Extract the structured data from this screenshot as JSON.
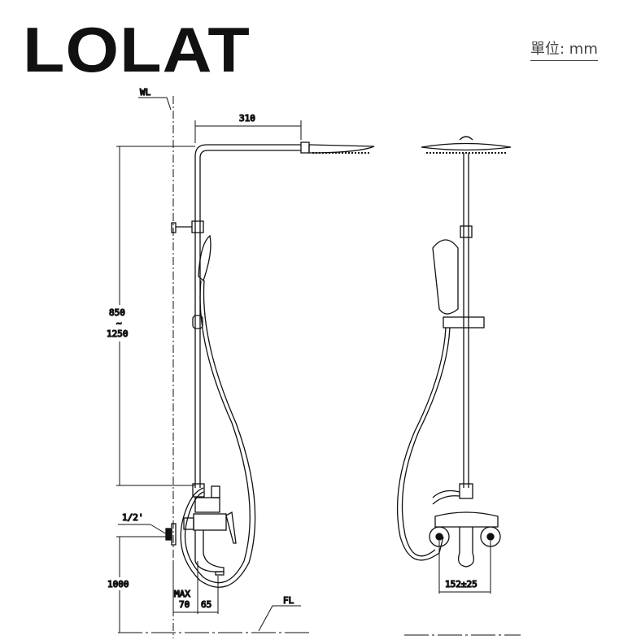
{
  "brand": {
    "logo": "LOLAT"
  },
  "unit_label": "單位: mm",
  "side_view": {
    "wall_label": "WL",
    "floor_label": "FL",
    "arm_length": "310",
    "height_range_top": "850",
    "height_range_sep": "~",
    "height_range_bottom": "1250",
    "inlet_size": "1/2'",
    "inlet_height": "1000",
    "max_label": "MAX",
    "wall_offset": "70",
    "spout_offset": "65"
  },
  "front_view": {
    "center_distance": "152±25"
  }
}
